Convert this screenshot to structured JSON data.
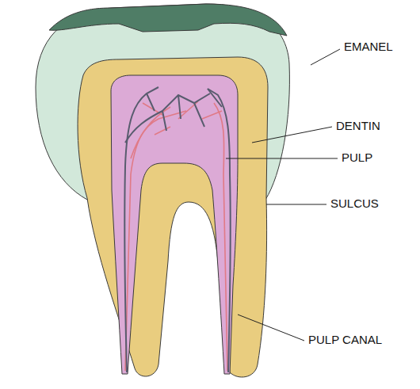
{
  "diagram": {
    "labels": [
      "EMANEL",
      "DENTIN",
      "PULP",
      "SULCUS",
      "PULP CANAL"
    ]
  }
}
